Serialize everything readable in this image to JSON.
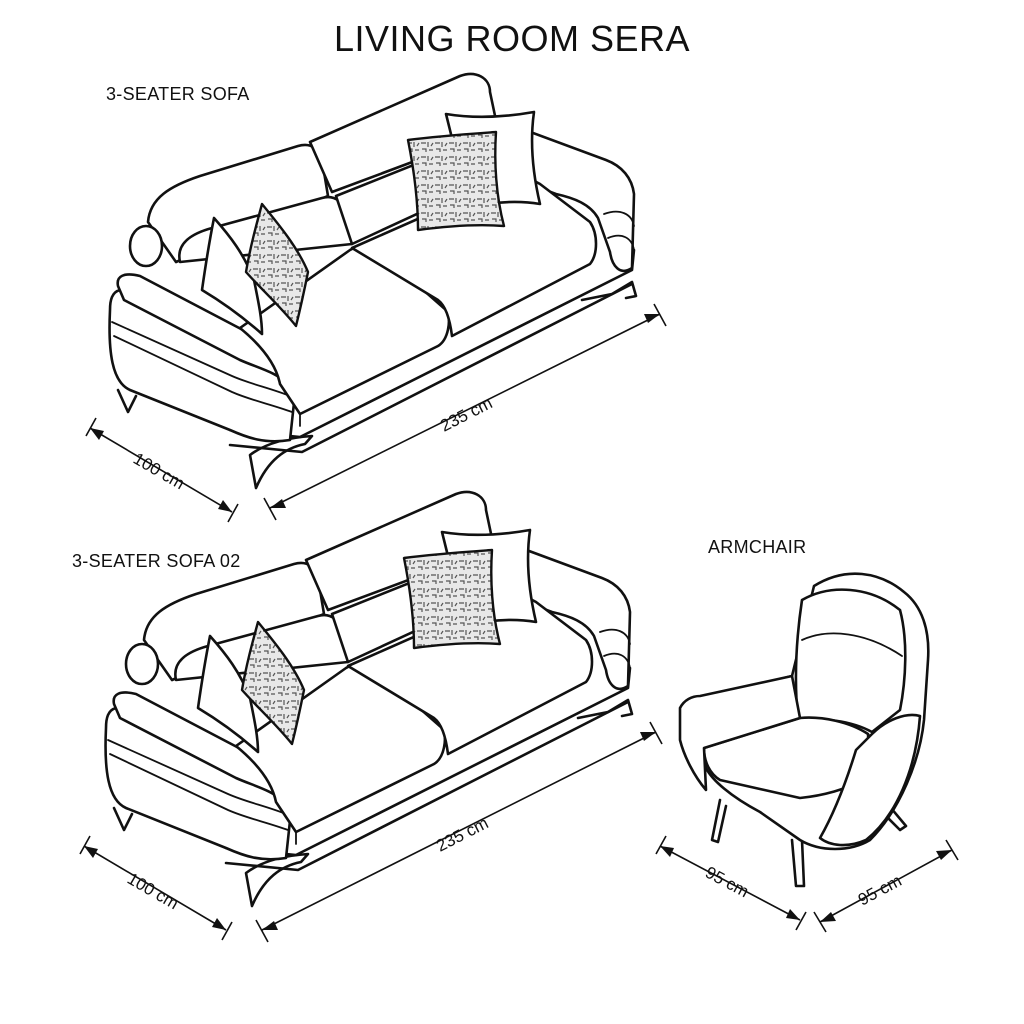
{
  "title": "LIVING ROOM SERA",
  "products": [
    {
      "name": "3-SEATER SOFA",
      "width": "235 cm",
      "depth": "100 cm"
    },
    {
      "name": "3-SEATER SOFA 02",
      "width": "235 cm",
      "depth": "100 cm"
    },
    {
      "name": "ARMCHAIR",
      "width": "95 cm",
      "depth": "95 cm"
    }
  ],
  "colors": {
    "line": "#111111",
    "background": "#ffffff",
    "pattern": "#d6d6d6"
  }
}
